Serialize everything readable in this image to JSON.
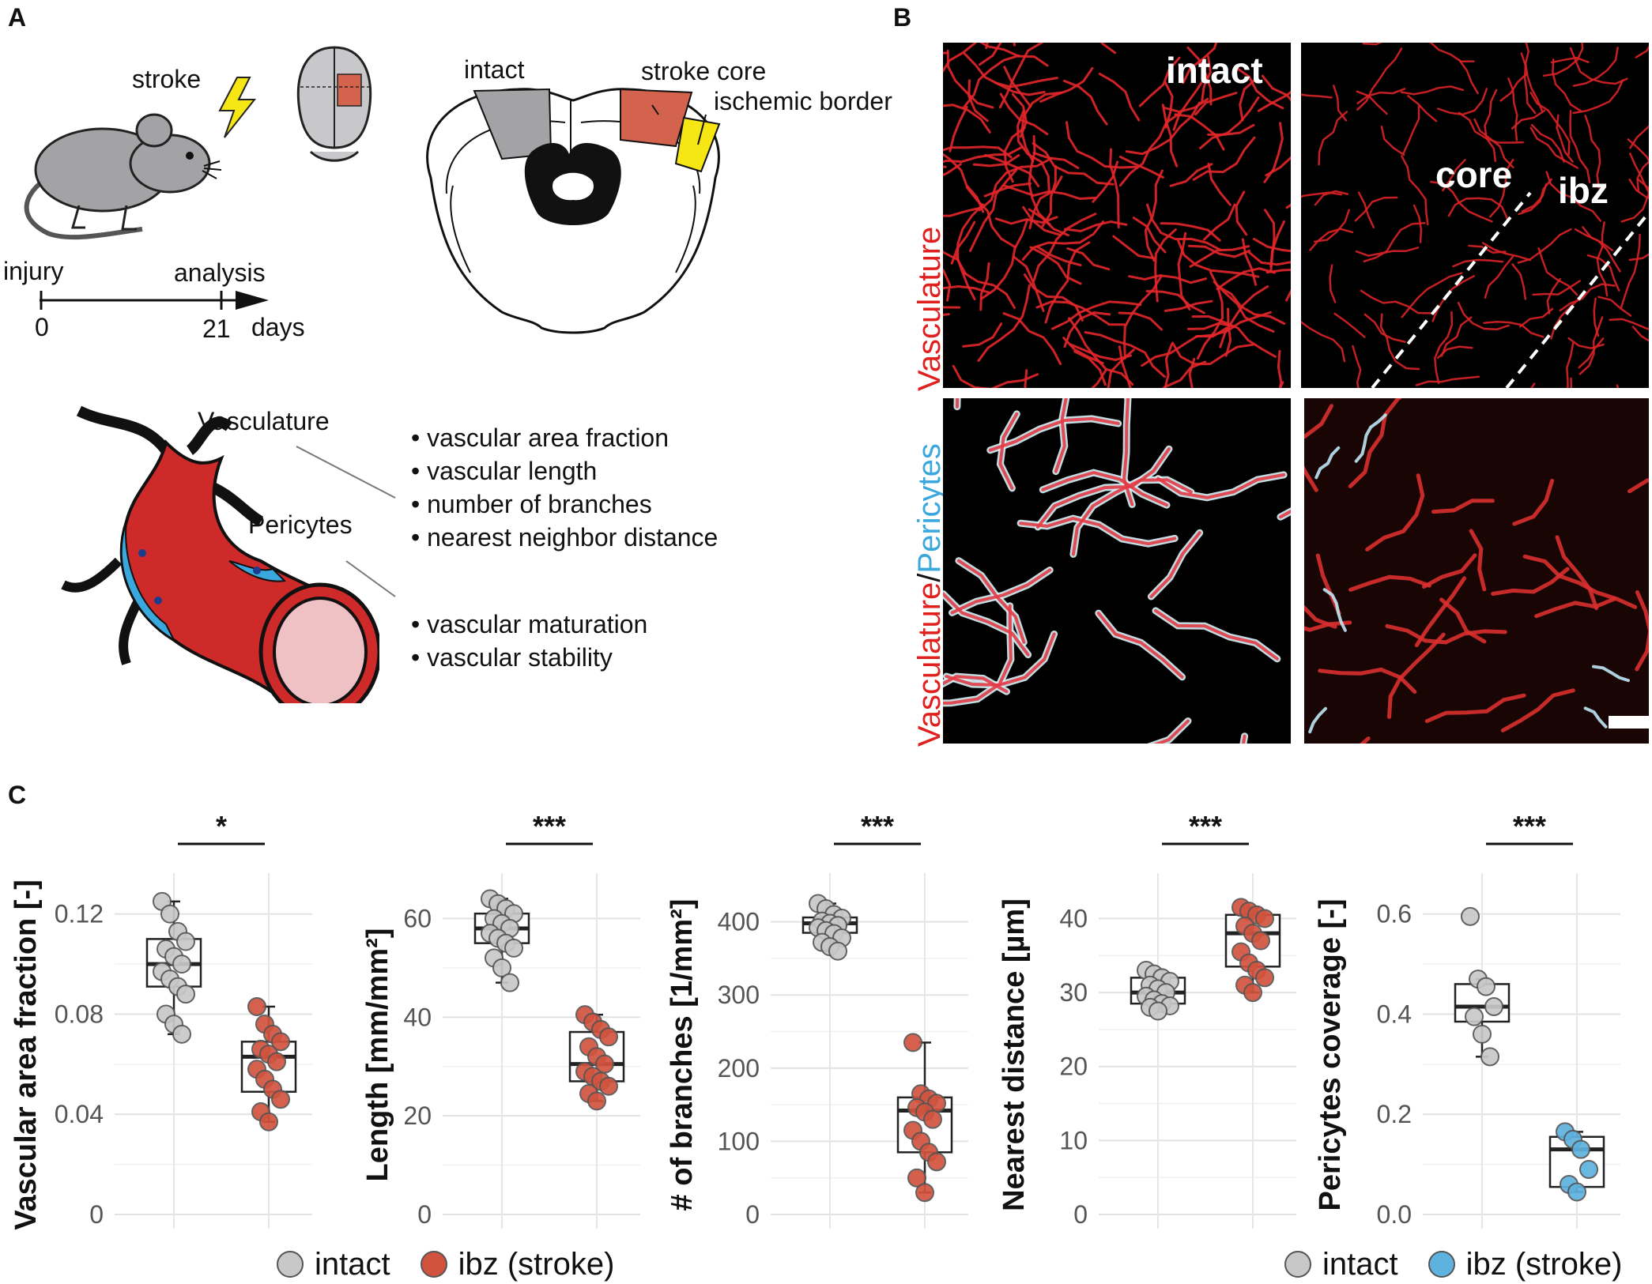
{
  "panelA": {
    "letter": "A",
    "stroke_label": "stroke",
    "injury_label": "injury",
    "analysis_label": "analysis",
    "tick_start": "0",
    "tick_end": "21",
    "days_label": "days",
    "intact_label": "intact",
    "stroke_core_label": "stroke core",
    "ischemic_border_label": "ischemic border",
    "vasculature_label": "Vasculature",
    "pericytes_label": "Pericytes",
    "vasculature_metrics": [
      "vascular area fraction",
      "vascular length",
      "number of branches",
      "nearest neighbor distance"
    ],
    "pericyte_metrics": [
      "vascular maturation",
      "vascular stability"
    ],
    "colors": {
      "core": "#d4634d",
      "border": "#f5e614",
      "intact": "#a3a3a6",
      "vessel": "#cf2a2a",
      "pericyte": "#3aa7dd",
      "lumen": "#efc0c4"
    }
  },
  "panelB": {
    "letter": "B",
    "intact_label": "intact",
    "core_label": "core",
    "ibz_label": "ibz",
    "row1_label": "Vasculature",
    "row2_label_a": "Vasculature",
    "row2_label_sep": "/",
    "row2_label_b": "Pericytes"
  },
  "panelC": {
    "letter": "C",
    "legend_left": {
      "intact": "intact",
      "stroke": "ibz (stroke)"
    },
    "legend_right": {
      "intact": "intact",
      "stroke": "ibz (stroke)"
    },
    "colors": {
      "intact": "#c8c8c8",
      "ibz_red": "#d1533e",
      "ibz_blue": "#5eb2e0"
    }
  },
  "chart_data": [
    {
      "type": "box",
      "ylabel": "Vascular area fraction [-]",
      "ylim": [
        0,
        0.13
      ],
      "yticks": [
        0,
        0.04,
        0.08,
        0.12
      ],
      "ytick_labels": [
        "0",
        "0.04",
        "0.08",
        "0.12"
      ],
      "significance": "*",
      "stroke_color": "red",
      "groups": [
        {
          "name": "intact",
          "q1": 0.091,
          "median": 0.1,
          "q3": 0.11,
          "whisker_low": 0.072,
          "whisker_high": 0.125,
          "points": [
            0.125,
            0.12,
            0.113,
            0.109,
            0.106,
            0.103,
            0.1,
            0.097,
            0.094,
            0.091,
            0.088,
            0.08,
            0.076,
            0.072
          ]
        },
        {
          "name": "ibz (stroke)",
          "q1": 0.049,
          "median": 0.063,
          "q3": 0.069,
          "whisker_low": 0.037,
          "whisker_high": 0.083,
          "points": [
            0.083,
            0.076,
            0.072,
            0.069,
            0.066,
            0.064,
            0.061,
            0.058,
            0.054,
            0.05,
            0.046,
            0.041,
            0.037
          ]
        }
      ]
    },
    {
      "type": "box",
      "ylabel": "Length [mm/mm²]",
      "ylim": [
        0,
        66
      ],
      "yticks": [
        0,
        20,
        40,
        60
      ],
      "ytick_labels": [
        "0",
        "20",
        "40",
        "60"
      ],
      "significance": "***",
      "stroke_color": "red",
      "groups": [
        {
          "name": "intact",
          "q1": 55,
          "median": 58,
          "q3": 61,
          "whisker_low": 47,
          "whisker_high": 64,
          "points": [
            64,
            63,
            62,
            61,
            60,
            59,
            58,
            57,
            56,
            55,
            54,
            52,
            50,
            47
          ]
        },
        {
          "name": "ibz (stroke)",
          "q1": 27,
          "median": 30.5,
          "q3": 37,
          "whisker_low": 23,
          "whisker_high": 40.5,
          "points": [
            40.5,
            39,
            37.5,
            36,
            34,
            32,
            30.5,
            29,
            28,
            27,
            26,
            24.5,
            23
          ]
        }
      ]
    },
    {
      "type": "box",
      "ylabel": "# of branches [1/mm²]",
      "ylim": [
        0,
        445
      ],
      "yticks": [
        0,
        100,
        200,
        300,
        400
      ],
      "ytick_labels": [
        "0",
        "100",
        "200",
        "300",
        "400"
      ],
      "significance": "***",
      "stroke_color": "red",
      "groups": [
        {
          "name": "intact",
          "q1": 385,
          "median": 398,
          "q3": 406,
          "whisker_low": 360,
          "whisker_high": 425,
          "points": [
            425,
            418,
            410,
            405,
            401,
            398,
            395,
            392,
            388,
            384,
            378,
            372,
            366,
            360
          ]
        },
        {
          "name": "ibz (stroke)",
          "q1": 85,
          "median": 142,
          "q3": 160,
          "whisker_low": 30,
          "whisker_high": 235,
          "points": [
            235,
            165,
            158,
            152,
            146,
            140,
            130,
            115,
            100,
            85,
            72,
            50,
            30
          ]
        }
      ]
    },
    {
      "type": "box",
      "ylabel": "Nearest distance [µm]",
      "ylim": [
        0,
        44
      ],
      "yticks": [
        0,
        10,
        20,
        30,
        40
      ],
      "ytick_labels": [
        "0",
        "10",
        "20",
        "30",
        "40"
      ],
      "significance": "***",
      "stroke_color": "red",
      "groups": [
        {
          "name": "intact",
          "q1": 28.5,
          "median": 30,
          "q3": 32,
          "whisker_low": 27.5,
          "whisker_high": 33,
          "points": [
            33,
            32.5,
            32,
            31.5,
            31,
            30.5,
            30,
            29.5,
            29,
            28.5,
            28.2,
            28,
            27.5
          ]
        },
        {
          "name": "ibz (stroke)",
          "q1": 33.5,
          "median": 38,
          "q3": 40.5,
          "whisker_low": 30,
          "whisker_high": 41.5,
          "points": [
            41.5,
            41,
            40.5,
            40,
            39,
            38,
            37,
            35.5,
            34,
            33,
            32,
            31,
            30
          ]
        }
      ]
    },
    {
      "type": "box",
      "ylabel": "Pericytes coverage [-]",
      "ylim": [
        0,
        0.65
      ],
      "yticks": [
        0,
        0.2,
        0.4,
        0.6
      ],
      "ytick_labels": [
        "0.0",
        "0.2",
        "0.4",
        "0.6"
      ],
      "significance": "***",
      "stroke_color": "blue",
      "groups": [
        {
          "name": "intact",
          "q1": 0.385,
          "median": 0.415,
          "q3": 0.46,
          "whisker_low": 0.315,
          "whisker_high": 0.47,
          "points": [
            0.595,
            0.47,
            0.455,
            0.415,
            0.395,
            0.36,
            0.315
          ]
        },
        {
          "name": "ibz (stroke)",
          "q1": 0.055,
          "median": 0.13,
          "q3": 0.155,
          "whisker_low": 0.045,
          "whisker_high": 0.165,
          "points": [
            0.165,
            0.15,
            0.13,
            0.09,
            0.06,
            0.045
          ]
        }
      ]
    }
  ]
}
